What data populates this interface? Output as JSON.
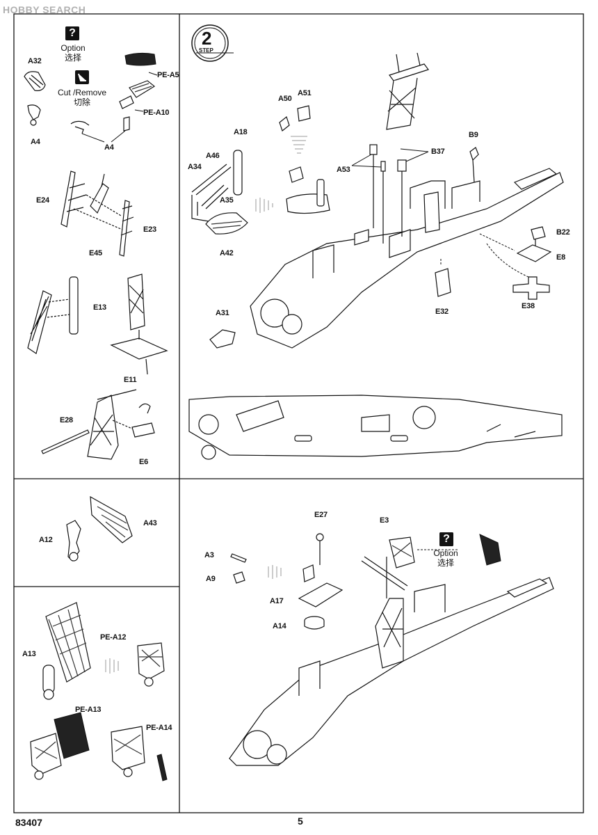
{
  "watermark": "HOBBY SEARCH",
  "footer": {
    "code": "83407",
    "page": "5"
  },
  "step": {
    "number": "2",
    "label": "STEP"
  },
  "legend": {
    "option_en": "Option",
    "option_cn": "选择",
    "option_icon": "?",
    "cut_en": "Cut /Remove",
    "cut_cn": "切除"
  },
  "labels": {
    "A32": "A32",
    "A4a": "A4",
    "A4b": "A4",
    "PEA5": "PE-A5",
    "PEA10": "PE-A10",
    "E24": "E24",
    "E23": "E23",
    "E45": "E45",
    "E13": "E13",
    "E11": "E11",
    "E28": "E28",
    "E6": "E6",
    "A18": "A18",
    "A46": "A46",
    "A34": "A34",
    "A35": "A35",
    "A42": "A42",
    "A31": "A31",
    "A50": "A50",
    "A51": "A51",
    "A53": "A53",
    "B37": "B37",
    "B9": "B9",
    "B22": "B22",
    "E8": "E8",
    "E32": "E32",
    "E38": "E38",
    "A12": "A12",
    "A43": "A43",
    "A13": "A13",
    "PEA12": "PE-A12",
    "PEA13": "PE-A13",
    "PEA14": "PE-A14",
    "E27": "E27",
    "E3": "E3",
    "A3": "A3",
    "A9": "A9",
    "A17": "A17",
    "A14": "A14"
  }
}
